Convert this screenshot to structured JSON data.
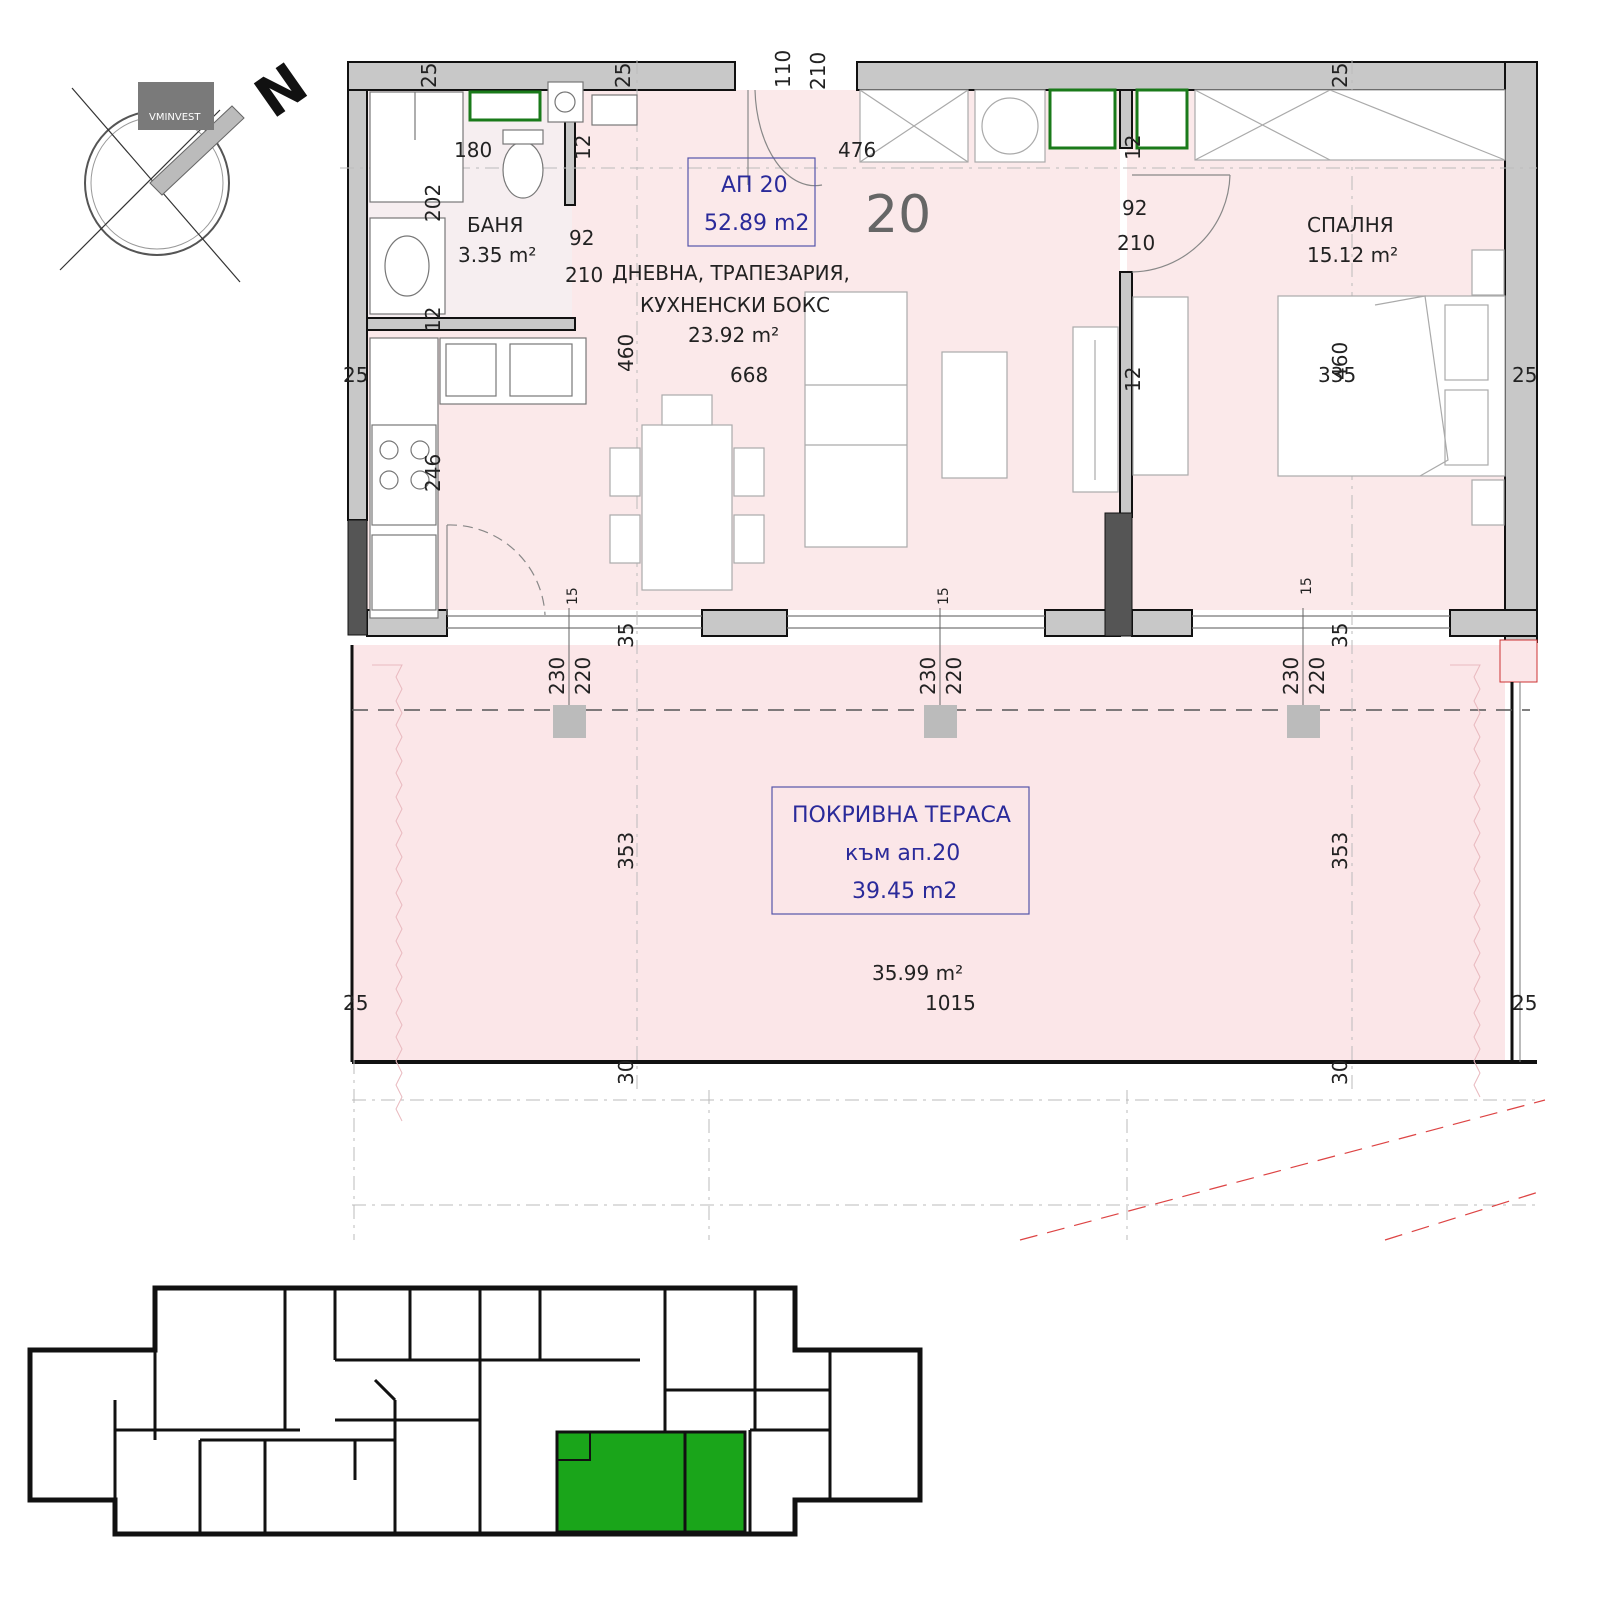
{
  "logo": {
    "text": "VMINVEST"
  },
  "north_letter": "N",
  "apartment": {
    "number_label": "20",
    "tag_line1": "АП 20",
    "tag_line2": "52.89 m2"
  },
  "rooms": {
    "bath": {
      "name": "БАНЯ",
      "area": "3.35 m²"
    },
    "living": {
      "name_line1": "ДНЕВНА, ТРАПЕЗАРИЯ,",
      "name_line2": "КУХНЕНСКИ БОКС",
      "area": "23.92 m²"
    },
    "bedroom": {
      "name": "СПАЛНЯ",
      "area": "15.12 m²"
    },
    "terrace": {
      "line1": "ПОКРИВНА ТЕРАСА",
      "line2": "към ап.20",
      "line3": "39.45 m2",
      "net_area": "35.99 m²"
    }
  },
  "dimensions": {
    "d25a": "25",
    "d25b": "25",
    "d110": "110",
    "d210a": "210",
    "d25c": "25",
    "d180": "180",
    "d476": "476",
    "d12a": "12",
    "d12b": "12",
    "d202": "202",
    "d92a": "92",
    "d210b": "210",
    "d92b": "92",
    "d210c": "210",
    "d12c": "12",
    "d460a": "460",
    "d668": "668",
    "d25d": "25",
    "d12d": "12",
    "d335": "335",
    "d460b": "460",
    "d25e": "25",
    "d246": "246",
    "d15a": "15",
    "d15b": "15",
    "d15c": "15",
    "d35a": "35",
    "d35b": "35",
    "d230a": "230",
    "d220a": "220",
    "d230b": "230",
    "d220b": "220",
    "d230c": "230",
    "d220c": "220",
    "d353a": "353",
    "d353b": "353",
    "d1015": "1015",
    "d25f": "25",
    "d25g": "25",
    "d30a": "30",
    "d30b": "30"
  },
  "colors": {
    "interior_fill": "#fbe9ea",
    "terrace_fill": "#fbe6e8",
    "wall_gray": "#c8c8c8",
    "wall_dark": "#555555",
    "label_blue": "#2a2a9a",
    "highlight_green": "#1aa51a"
  }
}
